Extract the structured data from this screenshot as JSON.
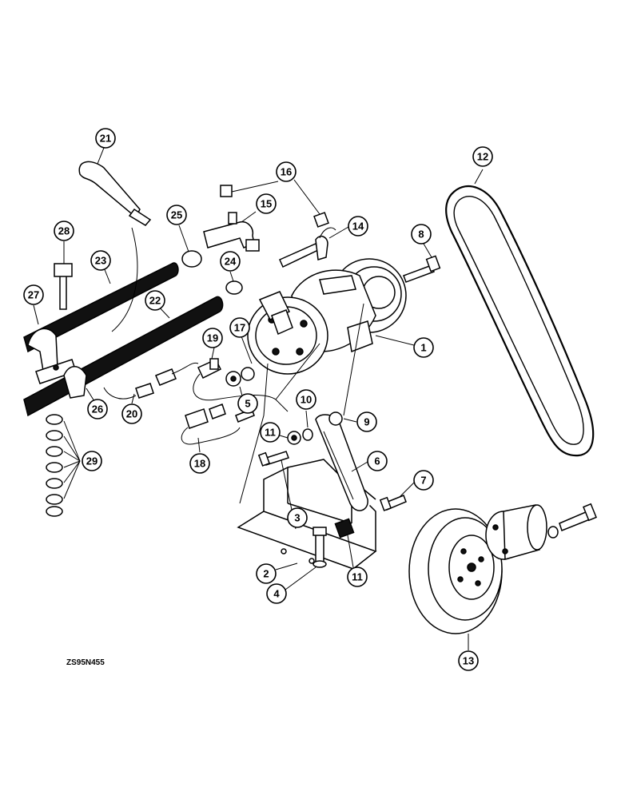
{
  "figure": {
    "reference_code": "ZS95N455",
    "callouts": [
      {
        "id": "c1",
        "label": "1"
      },
      {
        "id": "c2",
        "label": "2"
      },
      {
        "id": "c3",
        "label": "3"
      },
      {
        "id": "c4",
        "label": "4"
      },
      {
        "id": "c5",
        "label": "5"
      },
      {
        "id": "c6",
        "label": "6"
      },
      {
        "id": "c7",
        "label": "7"
      },
      {
        "id": "c8",
        "label": "8"
      },
      {
        "id": "c9",
        "label": "9"
      },
      {
        "id": "c10",
        "label": "10"
      },
      {
        "id": "c11a",
        "label": "11"
      },
      {
        "id": "c11b",
        "label": "11"
      },
      {
        "id": "c12",
        "label": "12"
      },
      {
        "id": "c13",
        "label": "13"
      },
      {
        "id": "c14",
        "label": "14"
      },
      {
        "id": "c15",
        "label": "15"
      },
      {
        "id": "c16",
        "label": "16"
      },
      {
        "id": "c17",
        "label": "17"
      },
      {
        "id": "c18",
        "label": "18"
      },
      {
        "id": "c19",
        "label": "19"
      },
      {
        "id": "c20",
        "label": "20"
      },
      {
        "id": "c21",
        "label": "21"
      },
      {
        "id": "c22",
        "label": "22"
      },
      {
        "id": "c23",
        "label": "23"
      },
      {
        "id": "c24",
        "label": "24"
      },
      {
        "id": "c25",
        "label": "25"
      },
      {
        "id": "c26",
        "label": "26"
      },
      {
        "id": "c27",
        "label": "27"
      },
      {
        "id": "c28",
        "label": "28"
      },
      {
        "id": "c29",
        "label": "29"
      }
    ]
  }
}
